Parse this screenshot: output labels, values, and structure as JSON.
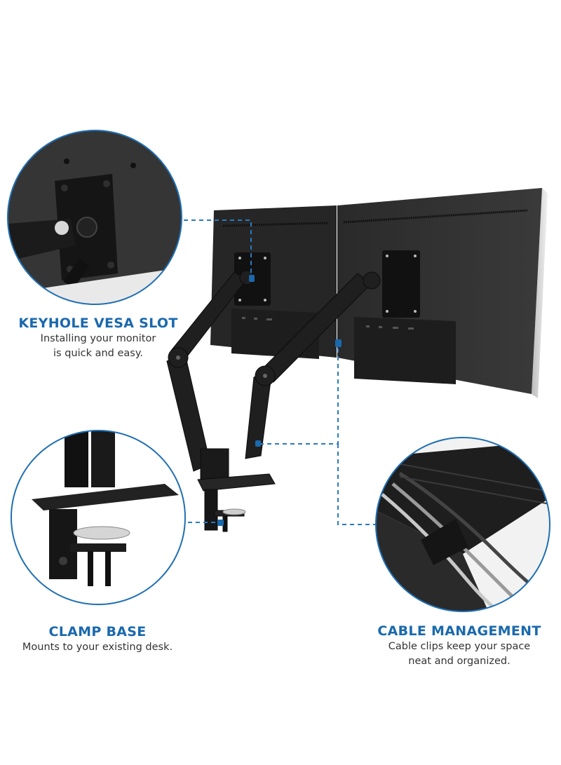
{
  "colors": {
    "accent": "#1a69ad",
    "dashed_line": "#2a7bbf",
    "circle_border": "#1f6fb3",
    "text": "#333333",
    "hardware": "#1f1f1f"
  },
  "callouts": {
    "vesa": {
      "title": "KEYHOLE VESA SLOT",
      "description": "Installing your monitor\nis quick and easy.",
      "icon": "vesa-plate-icon"
    },
    "clamp": {
      "title": "CLAMP BASE",
      "description": "Mounts to your existing desk.",
      "icon": "clamp-base-icon"
    },
    "cable": {
      "title": "CABLE MANAGEMENT",
      "description": "Cable clips keep your space\nneat and organized.",
      "icon": "cable-clip-icon"
    }
  }
}
